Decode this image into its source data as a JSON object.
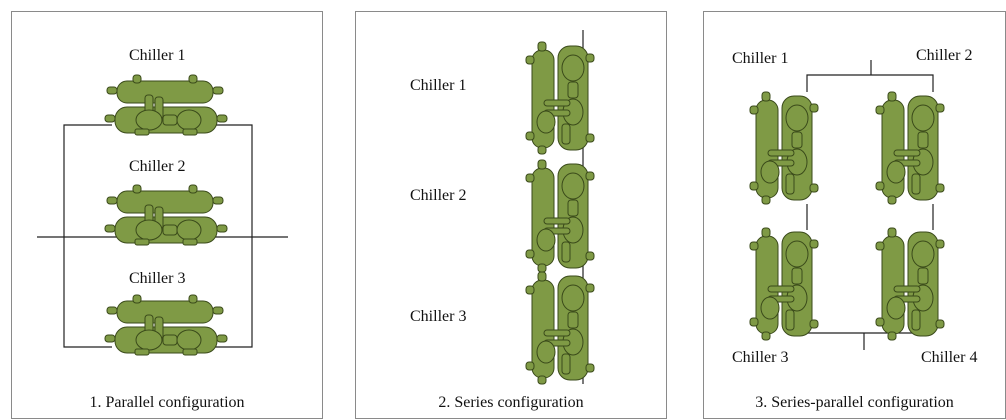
{
  "panels": [
    {
      "caption": "1. Parallel configuration",
      "labels": [
        "Chiller 1",
        "Chiller 2",
        "Chiller 3"
      ]
    },
    {
      "caption": "2. Series configuration",
      "labels": [
        "Chiller 1",
        "Chiller 2",
        "Chiller 3"
      ]
    },
    {
      "caption": "3. Series-parallel configuration",
      "labels": [
        "Chiller 1",
        "Chiller 2",
        "Chiller 3",
        "Chiller 4"
      ]
    }
  ],
  "colors": {
    "chiller_fill": "#7f9a45",
    "chiller_stroke": "#3a4a1a",
    "pipe": "#222222"
  }
}
